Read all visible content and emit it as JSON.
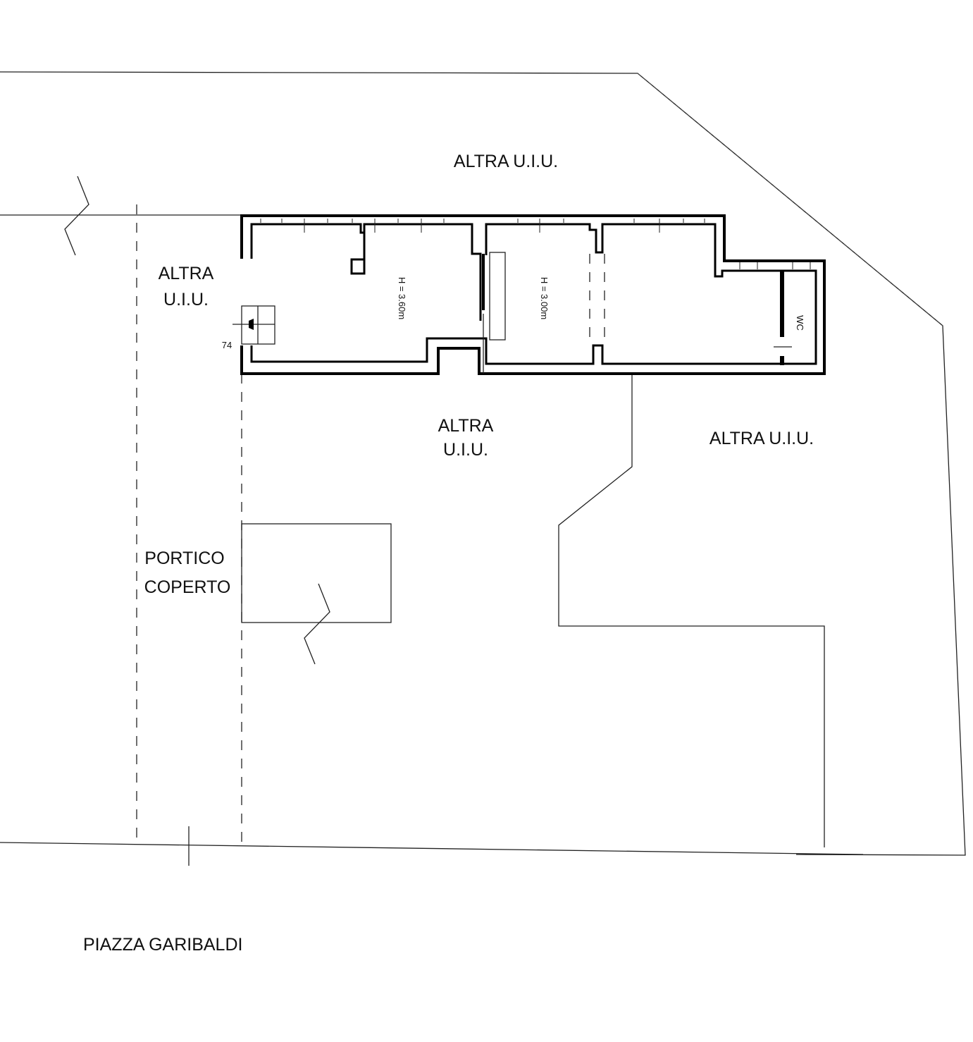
{
  "labels": {
    "top_unit": "ALTRA U.I.U.",
    "left_unit_line1": "ALTRA",
    "left_unit_line2": "U.I.U.",
    "center_unit_line1": "ALTRA",
    "center_unit_line2": "U.I.U.",
    "right_unit": "ALTRA U.I.U.",
    "portico_line1": "PORTICO",
    "portico_line2": "COPERTO",
    "street": "PIAZZA GARIBALDI",
    "entry_number": "74",
    "room1_height": "H = 3.60m",
    "room2_height": "H = 3.00m",
    "wc": "WC"
  }
}
